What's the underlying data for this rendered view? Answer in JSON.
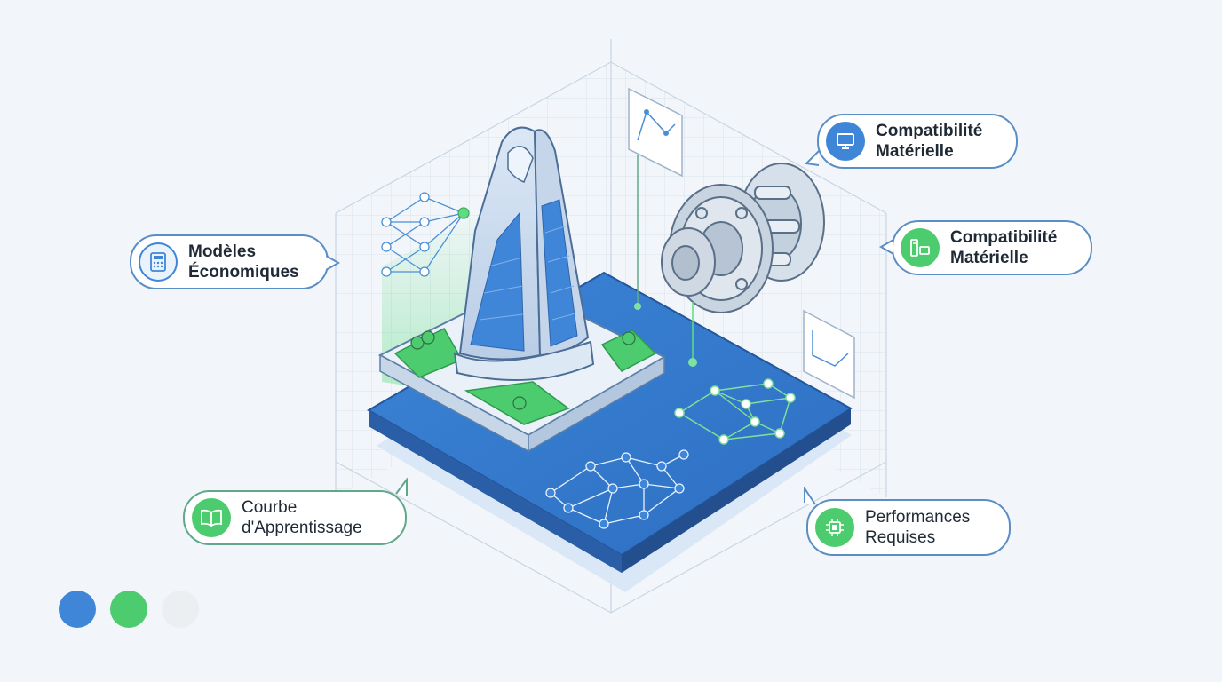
{
  "callouts": {
    "modeles": {
      "line1": "Modèles",
      "line2": "Économiques",
      "icon": "calculator-icon"
    },
    "compat_top": {
      "line1": "Compatibilité",
      "line2": "Matérielle",
      "icon": "monitor-icon"
    },
    "compat_right": {
      "line1": "Compatibilité",
      "line2": "Matérielle",
      "icon": "server-icon"
    },
    "courbe": {
      "line1": "Courbe",
      "line2": "d'Apprentissage",
      "icon": "book-icon"
    },
    "perf": {
      "line1": "Performances",
      "line2": "Requises",
      "icon": "chip-icon"
    }
  },
  "pagination": {
    "dots": [
      {
        "name": "dot-blue",
        "color": "#3f86d8"
      },
      {
        "name": "dot-green",
        "color": "#4ccc6e"
      },
      {
        "name": "dot-gray",
        "color": "#f1f3f5"
      }
    ]
  },
  "colors": {
    "accent_blue": "#3f86d8",
    "accent_green": "#4ccc6e",
    "outline": "#8aa3bd"
  }
}
